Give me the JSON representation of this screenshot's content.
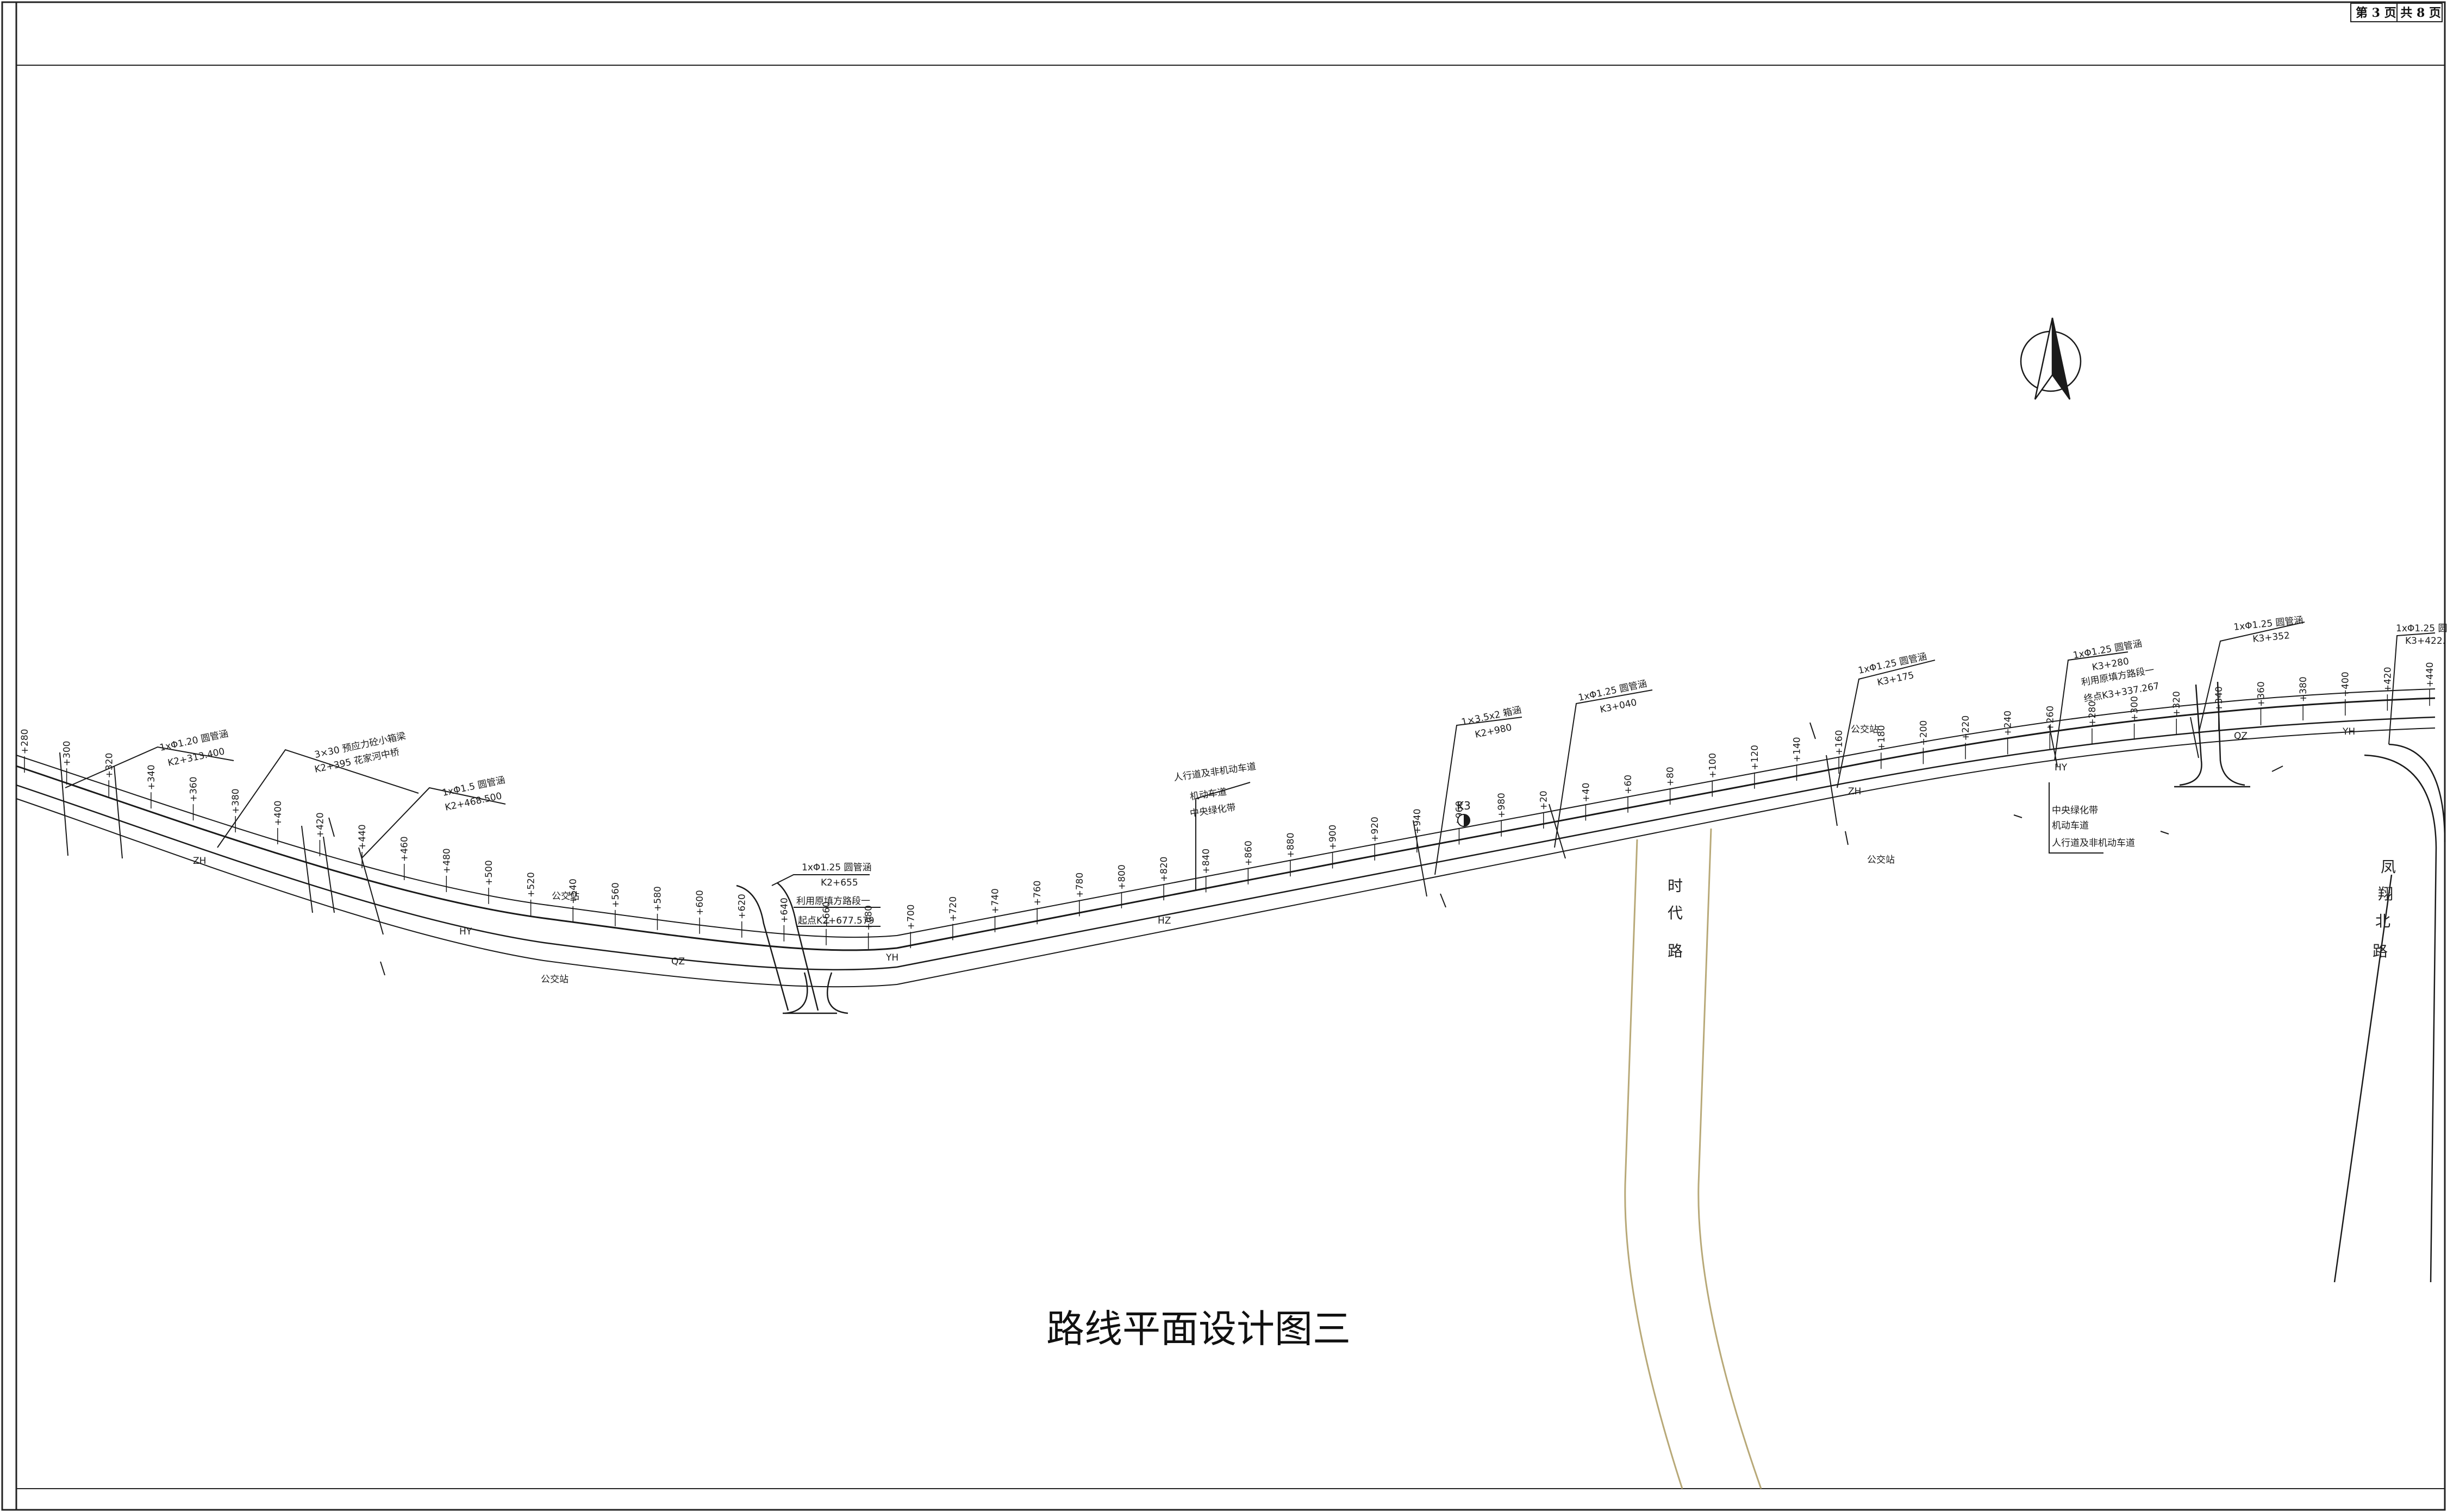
{
  "header": {
    "page_label": "第 3 页 共 8 页"
  },
  "title": "路线平面设计图三",
  "annotations": {
    "culvert_1": {
      "line1": "1xΦ1.20 圆管涵",
      "line2": "K2+313.400"
    },
    "bridge_1": {
      "line1": "3×30 预应力砼小箱梁",
      "line2": "K2+395 花家河中桥"
    },
    "culvert_2": {
      "line1": "1xΦ1.5 圆管涵",
      "line2": "K2+468.500"
    },
    "culvert_3": {
      "line1": "1xΦ1.25 圆管涵",
      "line2": "K2+655"
    },
    "reuse_start": {
      "line1": "利用原填方路段一",
      "line2": "起点K2+677.579"
    },
    "section_a": {
      "line1": "人行道及非机动车道",
      "line2": "机动车道",
      "line3": "中央绿化带"
    },
    "box_culvert": {
      "line1": "1×3.5x2 箱涵",
      "line2": "K2+980"
    },
    "culvert_4": {
      "line1": "1xΦ1.25 圆管涵",
      "line2": "K3+040"
    },
    "culvert_5": {
      "line1": "1xΦ1.25 圆管涵",
      "line2": "K3+175"
    },
    "culvert_6": {
      "line1": "1xΦ1.25 圆管涵",
      "line2": "K3+280"
    },
    "reuse_end": {
      "line1": "利用原填方路段一",
      "line2": "终点K3+337.267"
    },
    "culvert_7": {
      "line1": "1xΦ1.25 圆管涵",
      "line2": "K3+352"
    },
    "culvert_8": {
      "line1": "1xΦ1.25 圆",
      "line2": "K3+422."
    },
    "section_b": {
      "line1": "中央绿化带",
      "line2": "机动车道",
      "line3": "人行道及非机动车道"
    }
  },
  "curve_points": [
    "ZH",
    "HY",
    "QZ",
    "YH",
    "ZH",
    "HY",
    "QZ",
    "YH",
    "HZ"
  ],
  "bus_stop": "公交站",
  "km_marker": "K3",
  "roads": {
    "shidai": [
      "时",
      "代",
      "路"
    ],
    "fengxiang": [
      "凤",
      "翔",
      "北",
      "路"
    ]
  },
  "stations": [
    "+280",
    "+300",
    "+320",
    "+340",
    "+360",
    "+380",
    "+400",
    "+420",
    "+440",
    "+460",
    "+480",
    "+500",
    "+520",
    "+540",
    "+560",
    "+580",
    "+600",
    "+620",
    "+640",
    "+660",
    "+680",
    "+700",
    "+720",
    "+740",
    "+760",
    "+780",
    "+800",
    "+820",
    "+840",
    "+860",
    "+880",
    "+900",
    "+920",
    "+940",
    "+960",
    "+980",
    "+20",
    "+40",
    "+60",
    "+80",
    "+100",
    "+120",
    "+140",
    "+160",
    "+180",
    "+200",
    "+220",
    "+240",
    "+260",
    "+280",
    "+300",
    "+320",
    "+340",
    "+360",
    "+380",
    "+400",
    "+420",
    "+440"
  ],
  "colors": {
    "line": "#1a1a1a",
    "side_road": "#b8a978",
    "frame": "#222222"
  }
}
